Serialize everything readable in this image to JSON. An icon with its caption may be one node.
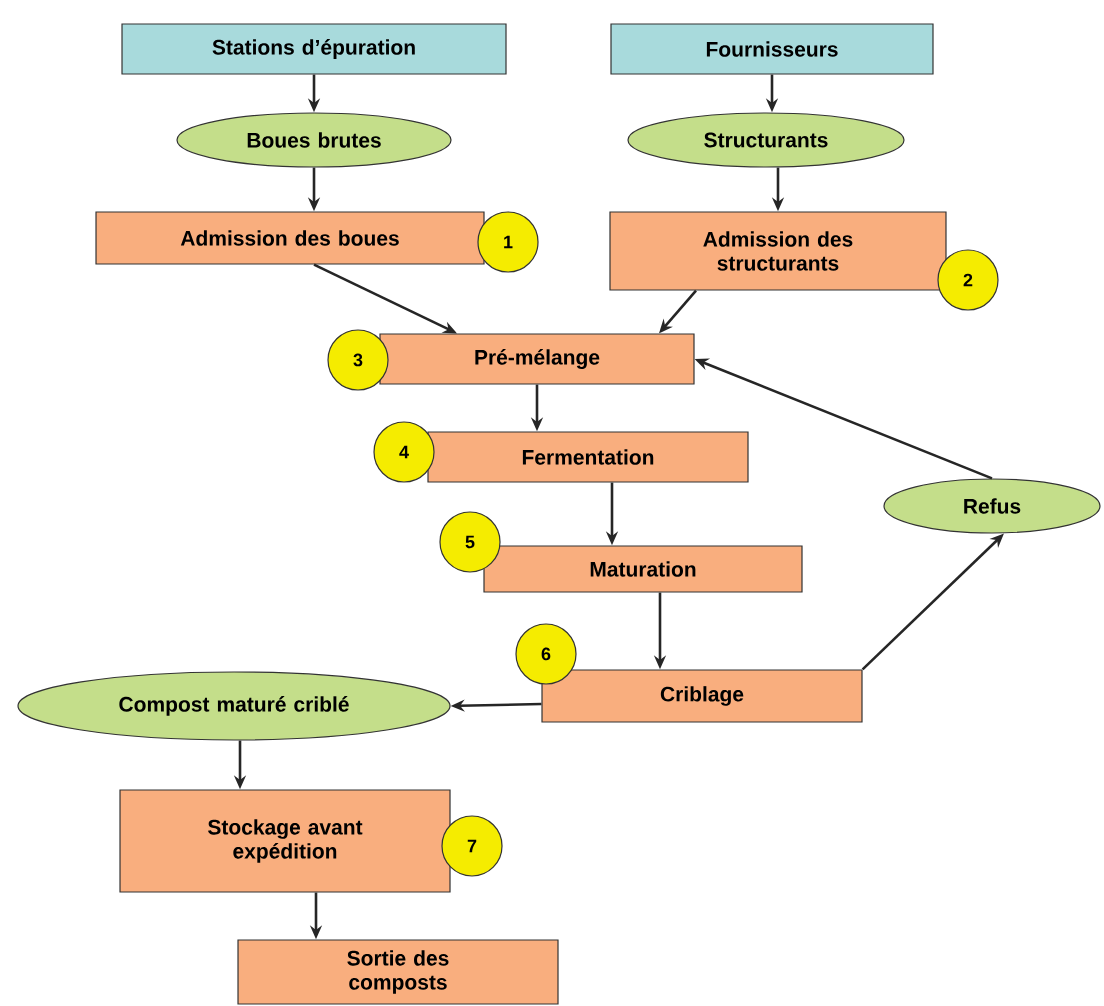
{
  "diagram": {
    "nodes": [
      {
        "text": [
          "Stations d’épuration"
        ]
      },
      {
        "text": [
          "Fournisseurs"
        ]
      },
      {
        "text": [
          "Boues brutes"
        ]
      },
      {
        "text": [
          "Structurants"
        ]
      },
      {
        "text": [
          "Admission des boues"
        ]
      },
      {
        "text": [
          "1"
        ]
      },
      {
        "text": [
          "Admission des structurants"
        ]
      },
      {
        "text": [
          "2"
        ]
      },
      {
        "text": [
          "3"
        ]
      },
      {
        "text": [
          "Pré-mélange"
        ]
      },
      {
        "text": [
          "4"
        ]
      },
      {
        "text": [
          "Fermentation"
        ]
      },
      {
        "text": [
          "Refus"
        ]
      },
      {
        "text": [
          "5"
        ]
      },
      {
        "text": [
          "Maturation"
        ]
      },
      {
        "text": [
          "6"
        ]
      },
      {
        "text": [
          "Compost maturé criblé"
        ]
      },
      {
        "text": [
          "Criblage"
        ]
      },
      {
        "text": [
          "Stockage avant expédition"
        ]
      },
      {
        "text": [
          "7"
        ]
      },
      {
        "text": [
          "Sortie des composts"
        ]
      }
    ],
    "edges": [
      {
        "from": 0,
        "to": 2,
        "arrow": "to"
      },
      {
        "from": 1,
        "to": 3,
        "arrow": "to"
      },
      {
        "from": 2,
        "to": 4,
        "arrow": "to"
      },
      {
        "from": 3,
        "to": 6,
        "arrow": "to"
      },
      {
        "from": 4,
        "to": 9,
        "arrow": "to"
      },
      {
        "from": 6,
        "to": 9,
        "arrow": "to"
      },
      {
        "from": 9,
        "to": 11,
        "arrow": "to"
      },
      {
        "from": 11,
        "to": 14,
        "arrow": "to"
      },
      {
        "from": 14,
        "to": 17,
        "arrow": "to"
      },
      {
        "from": 17,
        "to": 16,
        "arrow": "to"
      },
      {
        "from": 17,
        "to": 12,
        "arrow": "to"
      },
      {
        "from": 12,
        "to": 9,
        "arrow": "to"
      },
      {
        "from": 16,
        "to": 18,
        "arrow": "to"
      },
      {
        "from": 18,
        "to": 20,
        "arrow": "to"
      }
    ]
  }
}
